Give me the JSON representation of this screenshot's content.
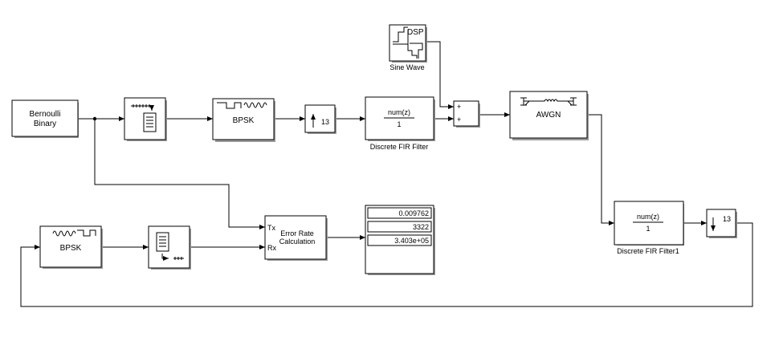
{
  "blocks": {
    "bernoulli": {
      "line1": "Bernoulli",
      "line2": "Binary"
    },
    "bpsk_mod": {
      "label": "BPSK"
    },
    "upsample": {
      "factor": "13"
    },
    "fir": {
      "num": "num(z)",
      "den": "1",
      "caption": "Discrete FIR Filter"
    },
    "sine": {
      "icon_text": "DSP",
      "caption": "Sine Wave"
    },
    "sum": {
      "sign1": "+",
      "sign2": "+"
    },
    "awgn": {
      "label": "AWGN"
    },
    "fir1": {
      "num": "num(z)",
      "den": "1",
      "caption": "Discrete FIR Filter1"
    },
    "downsample": {
      "factor": "13"
    },
    "bpsk_demod": {
      "label": "BPSK"
    },
    "error_rate": {
      "line1": "Error Rate",
      "line2": "Calculation",
      "port_tx": "Tx",
      "port_rx": "Rx"
    },
    "display": {
      "values": [
        "0.009762",
        "3322",
        "3.403e+05"
      ]
    }
  }
}
